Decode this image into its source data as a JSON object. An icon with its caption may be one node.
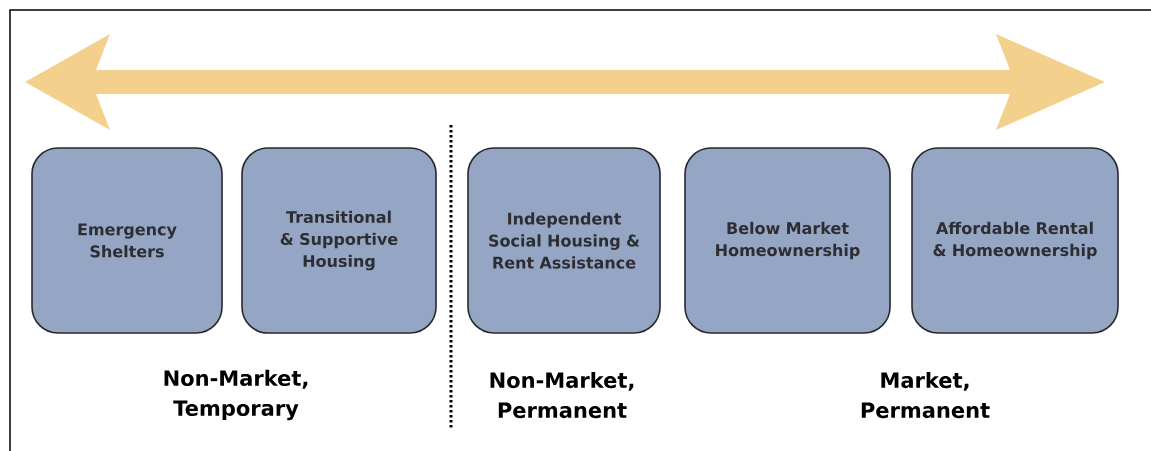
{
  "diagram": {
    "nodes": [
      {
        "text": [
          "Emergency Shelters"
        ]
      },
      {
        "text": [
          "Transitional & Supportive Housing"
        ]
      },
      {
        "text": [
          "Independent Social Housing & Rent Assistance"
        ]
      },
      {
        "text": [
          "Below Market Homeownership"
        ]
      },
      {
        "text": [
          "Affordable Rental & Homeownership"
        ]
      }
    ],
    "labels": [
      "Non-Market, Temporary",
      "Non-Market, Permanent",
      "Market, Permanent"
    ]
  }
}
